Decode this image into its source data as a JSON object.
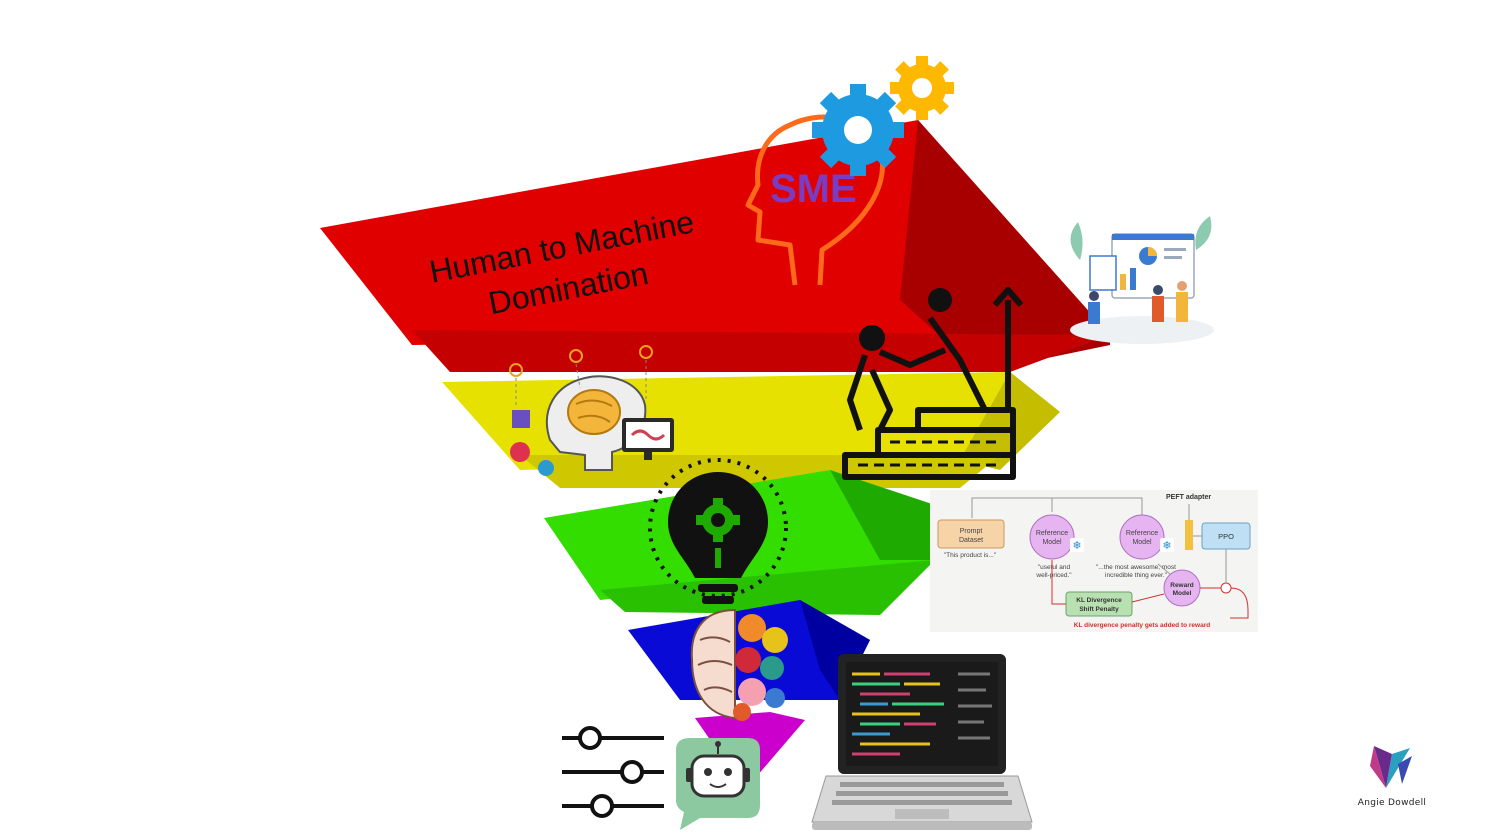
{
  "pyramid": {
    "title_line1": "Human to Machine",
    "title_line2": "Domination",
    "head_label": "SME",
    "colors": {
      "red": "#e10000",
      "red_dark": "#a80000",
      "yellow": "#e6e100",
      "yellow_dark": "#c4bd00",
      "green": "#33dd00",
      "green_dark": "#1faa00",
      "blue": "#0a0ad6",
      "blue_dark": "#0000a0",
      "magenta": "#cc00cc",
      "head_orange": "#ff6a1a",
      "sme_purple": "#7a3cc0"
    },
    "icons": [
      "head-gears-icon",
      "climbing-stairs-icon",
      "ai-brain-icon",
      "lightbulb-gear-icon",
      "flower-brain-icon",
      "laptop-code-icon",
      "sliders-icon",
      "chatbot-icon",
      "dashboard-people-icon"
    ]
  },
  "flow": {
    "peft_label": "PEFT adapter",
    "prompt_label_1": "Prompt",
    "prompt_label_2": "Dataset",
    "prompt_example": "\"This product is...\"",
    "ref1_label_1": "Reference",
    "ref1_label_2": "Model",
    "ref1_example_1": "\"useful and",
    "ref1_example_2": "well-priced.\"",
    "ref2_label_1": "Reference",
    "ref2_label_2": "Model",
    "ref2_example_1": "\"...the most awesome, most",
    "ref2_example_2": "incredible thing ever.\"",
    "ppo_label": "PPO",
    "reward_label_1": "Reward",
    "reward_label_2": "Model",
    "kl_label_1": "KL Divergence",
    "kl_label_2": "Shift Penalty",
    "kl_note": "KL divergence penalty gets added to reward"
  },
  "signature": {
    "name": "Angie Dowdell"
  }
}
